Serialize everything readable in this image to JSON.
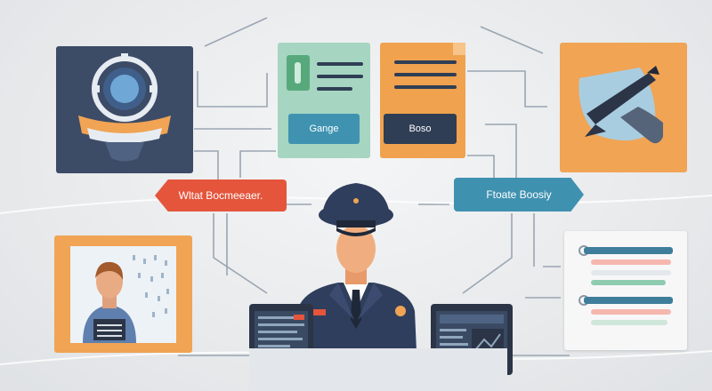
{
  "labels": {
    "card_green_button": "Gange",
    "card_orange_button": "Boso",
    "tag_left": "Wltat Bocmeeaer.",
    "tag_right": "Ftoate Boosiy"
  },
  "colors": {
    "navy": "#3c4b66",
    "orange": "#f0a454",
    "red_tag": "#e4553c",
    "blue_tag": "#3f91b0",
    "mint": "#a6d5c1",
    "dark": "#2f3e55"
  },
  "icons": [
    "shield-gear-icon",
    "pen-icon",
    "officer-icon",
    "person-icon",
    "list-icon",
    "monitor-icon"
  ]
}
